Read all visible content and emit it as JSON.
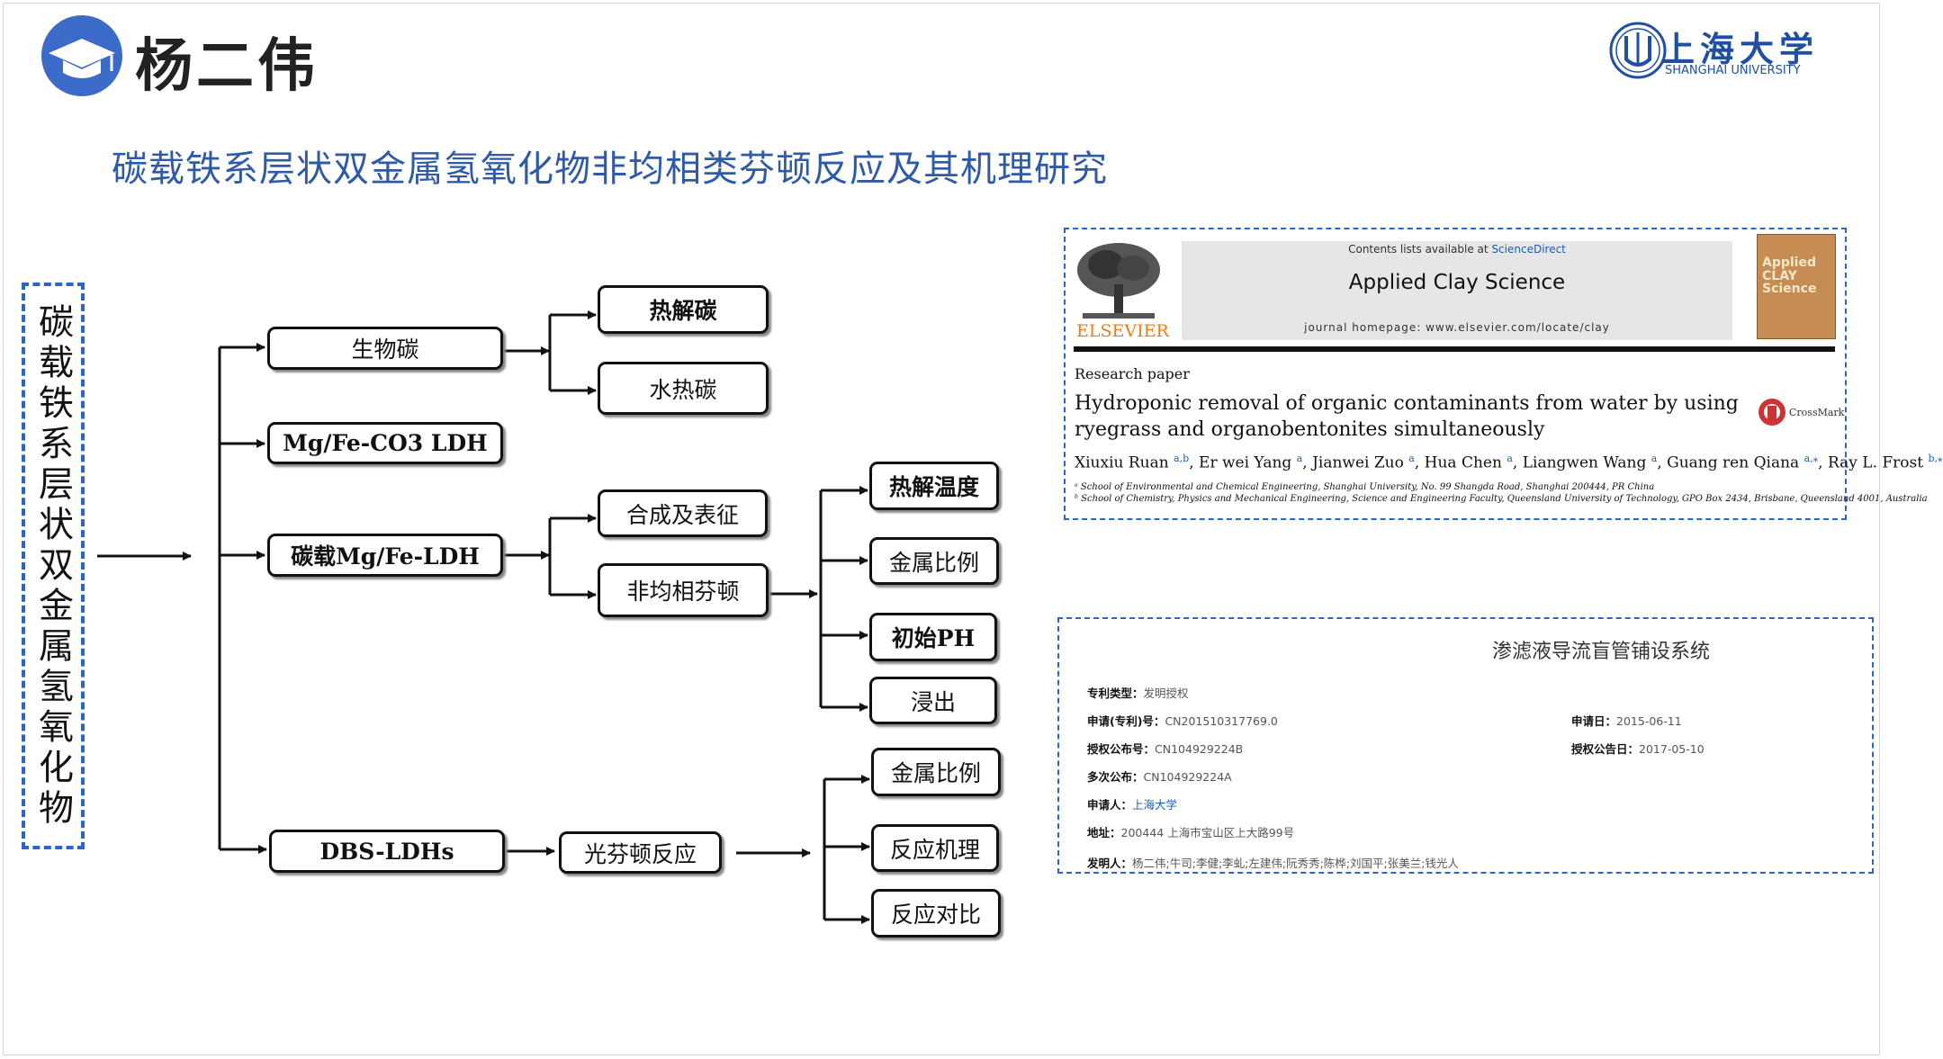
{
  "header": {
    "name": "杨二伟",
    "subtitle": "碳载铁系层状双金属氢氧化物非均相类芬顿反应及其机理研究",
    "university_cn": "上海大学",
    "university_en": "SHANGHAI UNIVERSITY"
  },
  "diagram": {
    "root": "碳载铁系层状双金属氢氧化物",
    "level1": [
      "生物碳",
      "Mg/Fe-CO3 LDH",
      "碳载Mg/Fe-LDH",
      "DBS-LDHs"
    ],
    "biochar_children": [
      "热解碳",
      "水热碳"
    ],
    "ldh_children": [
      "合成及表征",
      "非均相芬顿"
    ],
    "fenton_children": [
      "热解温度",
      "金属比例",
      "初始PH",
      "浸出"
    ],
    "dbs_child": "光芬顿反应",
    "photo_children": [
      "金属比例",
      "反应机理",
      "反应对比"
    ]
  },
  "paper": {
    "contents_prefix": "Contents lists available at ",
    "contents_link": "ScienceDirect",
    "journal": "Applied Clay Science",
    "homepage_label": "journal homepage: ",
    "homepage_url": "www.elsevier.com/locate/clay",
    "publisher": "ELSEVIER",
    "cover_title": "Applied CLAY Science",
    "section": "Research paper",
    "title_line1": "Hydroponic removal of organic contaminants from water by using",
    "title_line2": "ryegrass and organobentonites simultaneously",
    "crossmark": "CrossMark",
    "authors": [
      {
        "name": "Xiuxiu Ruan",
        "sup": "a,b"
      },
      {
        "name": "Er wei Yang",
        "sup": "a"
      },
      {
        "name": "Jianwei Zuo",
        "sup": "a"
      },
      {
        "name": "Hua Chen",
        "sup": "a"
      },
      {
        "name": "Liangwen Wang",
        "sup": "a"
      },
      {
        "name": "Guang ren Qiana",
        "sup": "a,⁎"
      },
      {
        "name": "Ray L. Frost",
        "sup": "b,⁎"
      }
    ],
    "affiliation_a": "ᵃ School of Environmental and Chemical Engineering, Shanghai University, No. 99 Shangda Road, Shanghai 200444, PR China",
    "affiliation_b": "ᵇ School of Chemistry, Physics and Mechanical Engineering, Science and Engineering Faculty, Queensland University of Technology, GPO Box 2434, Brisbane, Queensland 4001, Australia"
  },
  "patent": {
    "title": "渗滤液导流盲管铺设系统",
    "type_label": "专利类型：",
    "type_value": "发明授权",
    "app_no_label": "申请(专利)号：",
    "app_no_value": "CN201510317769.0",
    "app_date_label": "申请日：",
    "app_date_value": "2015-06-11",
    "pub_no_label": "授权公布号：",
    "pub_no_value": "CN104929224B",
    "pub_date_label": "授权公告日：",
    "pub_date_value": "2017-05-10",
    "multi_label": "多次公布：",
    "multi_value": "CN104929224A",
    "applicant_label": "申请人：",
    "applicant_value": "上海大学",
    "address_label": "地址：",
    "address_value": "200444 上海市宝山区上大路99号",
    "inventor_label": "发明人：",
    "inventor_value": "杨二伟;牛司;李健;李虬;左建伟;阮秀秀;陈桦;刘国平;张美兰;钱光人"
  },
  "colors": {
    "accent_blue": "#2a66c5",
    "subtitle_blue": "#2f5aa8",
    "logo_blue": "#3b6ac9",
    "elsevier_orange": "#f07a16",
    "link_blue": "#1a5fb4"
  },
  "icons": [
    "graduation-cap-icon",
    "shanghai-university-emblem",
    "elsevier-tree-logo",
    "crossmark-icon"
  ]
}
